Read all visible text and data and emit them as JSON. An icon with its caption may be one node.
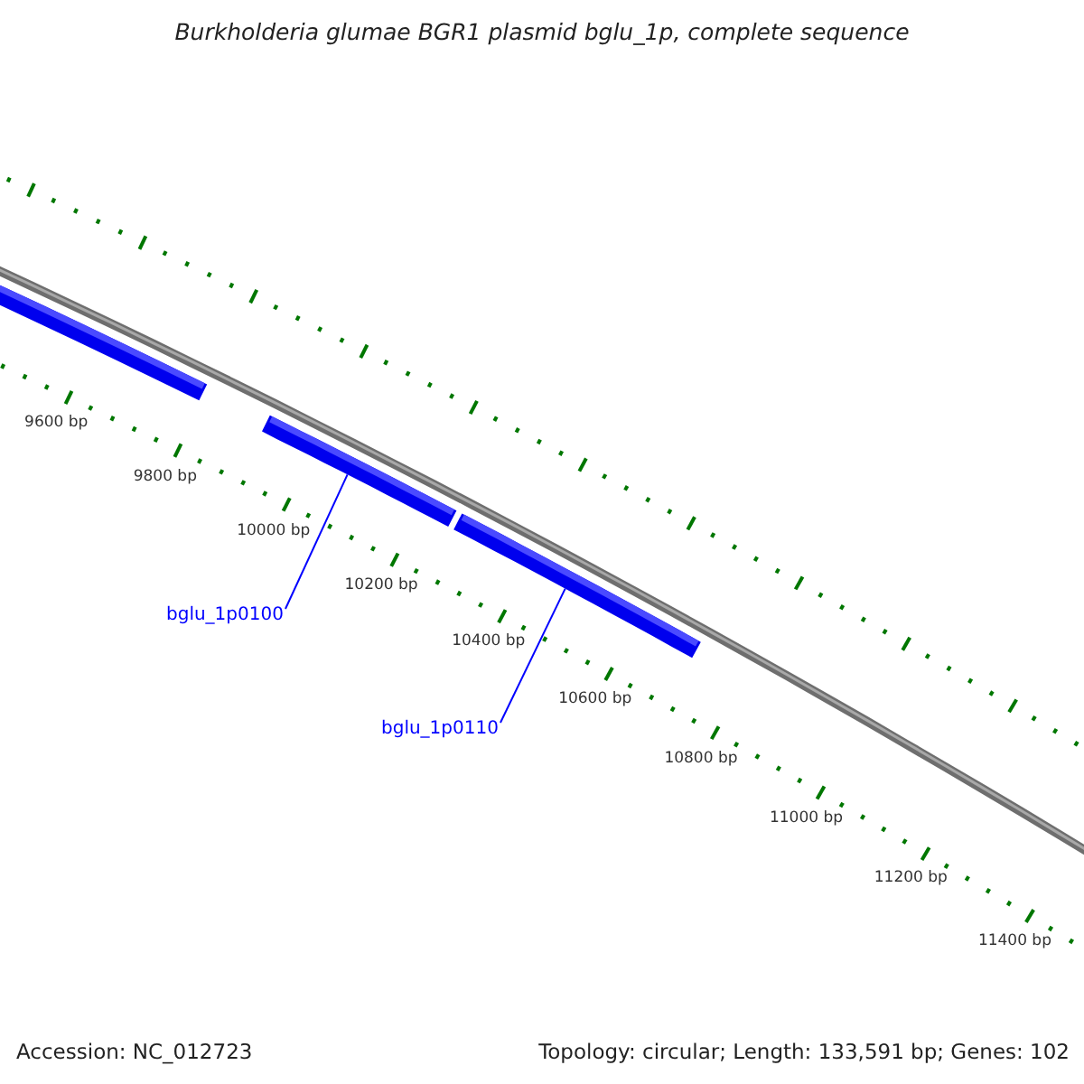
{
  "diagram": {
    "title": "Burkholderia glumae BGR1 plasmid bglu_1p, complete sequence",
    "nodes": [
      {
        "text": [],
        "shape": "bar"
      },
      {
        "text": [],
        "shape": "bar"
      },
      {
        "text": [],
        "shape": "bar"
      },
      {
        "text": [
          "bglu_1p0100"
        ]
      },
      {
        "text": [
          "bglu_1p0110"
        ]
      }
    ],
    "edges": [
      {
        "from": 3,
        "to": 1,
        "arrow": "none"
      },
      {
        "from": 4,
        "to": 2,
        "arrow": "none"
      }
    ],
    "labels": [
      "9600 bp",
      "9800 bp",
      "10000 bp",
      "10200 bp",
      "10400 bp",
      "10600 bp",
      "10800 bp",
      "11000 bp",
      "11200 bp",
      "11400 bp",
      "Accession: NC_012723",
      "Topology: circular; Length: 133,591 bp; Genes: 102"
    ]
  }
}
